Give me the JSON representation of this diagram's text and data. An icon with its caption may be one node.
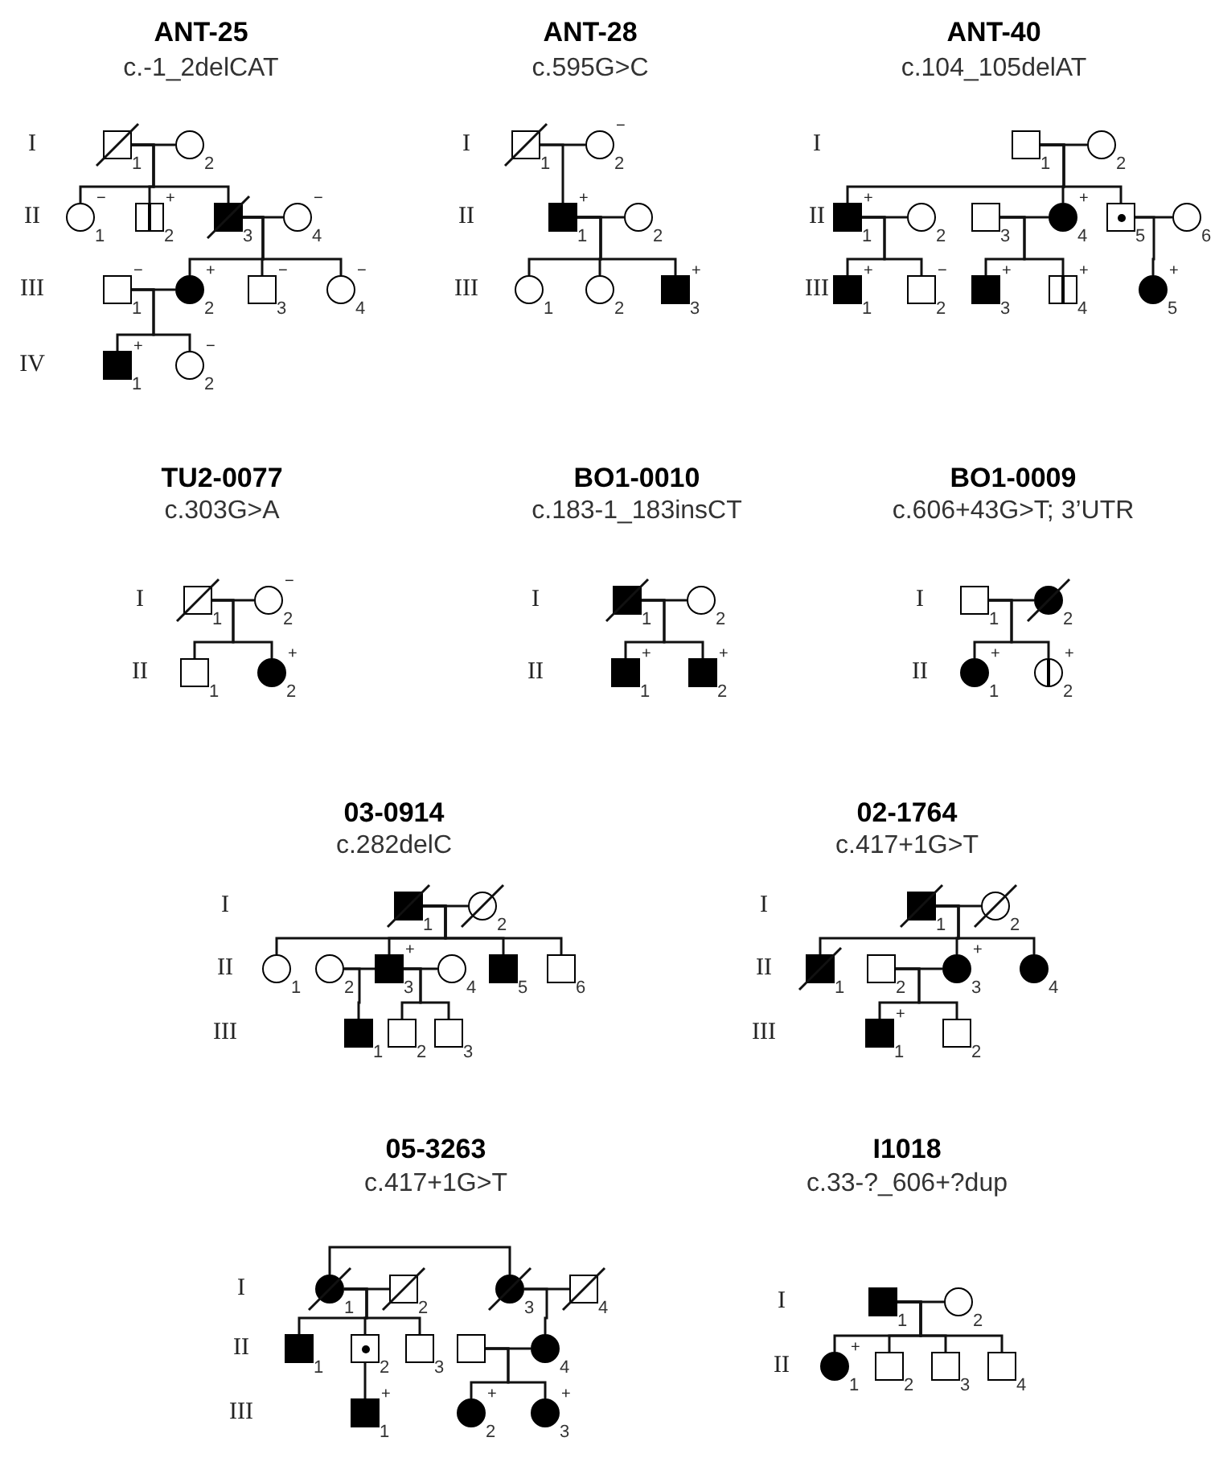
{
  "diagram": {
    "nodes": [
      {
        "text": [],
        "shape": "crossed-box",
        "beside": [
          "1"
        ]
      },
      {
        "text": [],
        "shape": "circle",
        "beside": [
          "2"
        ]
      },
      {
        "text": [],
        "shape": "circle",
        "beside": [
          "−",
          "1"
        ]
      },
      {
        "text": [],
        "shape": "split-box",
        "beside": [
          "+",
          "2"
        ]
      },
      {
        "text": [],
        "shape": "crossed-filled-box",
        "beside": [
          "3"
        ]
      },
      {
        "text": [],
        "shape": "circle",
        "beside": [
          "−",
          "4"
        ]
      },
      {
        "text": [],
        "shape": "box",
        "beside": [
          "−",
          "1"
        ]
      },
      {
        "text": [],
        "shape": "filled-circle",
        "beside": [
          "+",
          "2"
        ]
      },
      {
        "text": [],
        "shape": "box",
        "beside": [
          "−",
          "3"
        ]
      },
      {
        "text": [],
        "shape": "circle",
        "beside": [
          "−",
          "4"
        ]
      },
      {
        "text": [],
        "shape": "filled-box",
        "beside": [
          "+",
          "1"
        ]
      },
      {
        "text": [],
        "shape": "circle",
        "beside": [
          "−",
          "2"
        ]
      },
      {
        "text": [],
        "shape": "crossed-box",
        "beside": [
          "1"
        ]
      },
      {
        "text": [],
        "shape": "circle",
        "beside": [
          "−",
          "2"
        ]
      },
      {
        "text": [],
        "shape": "filled-box",
        "beside": [
          "+",
          "1"
        ]
      },
      {
        "text": [],
        "shape": "circle",
        "beside": [
          "2"
        ]
      },
      {
        "text": [],
        "shape": "circle",
        "beside": [
          "1"
        ]
      },
      {
        "text": [],
        "shape": "circle",
        "beside": [
          "2"
        ]
      },
      {
        "text": [],
        "shape": "filled-box",
        "beside": [
          "+",
          "3"
        ]
      },
      {
        "text": [],
        "shape": "box",
        "beside": [
          "1"
        ]
      },
      {
        "text": [],
        "shape": "circle",
        "beside": [
          "2"
        ]
      },
      {
        "text": [],
        "shape": "filled-box",
        "beside": [
          "+",
          "1"
        ]
      },
      {
        "text": [],
        "shape": "circle",
        "beside": [
          "2"
        ]
      },
      {
        "text": [],
        "shape": "box",
        "beside": [
          "3"
        ]
      },
      {
        "text": [],
        "shape": "filled-circle",
        "beside": [
          "+",
          "4"
        ]
      },
      {
        "text": [],
        "shape": "dotted-box",
        "beside": [
          "5"
        ]
      },
      {
        "text": [],
        "shape": "circle",
        "beside": [
          "6"
        ]
      },
      {
        "text": [],
        "shape": "filled-box",
        "beside": [
          "+",
          "1"
        ]
      },
      {
        "text": [],
        "shape": "box",
        "beside": [
          "−",
          "2"
        ]
      },
      {
        "text": [],
        "shape": "filled-box",
        "beside": [
          "+",
          "3"
        ]
      },
      {
        "text": [],
        "shape": "split-box",
        "beside": [
          "+",
          "4"
        ]
      },
      {
        "text": [],
        "shape": "filled-circle",
        "beside": [
          "+",
          "5"
        ]
      },
      {
        "text": [],
        "shape": "crossed-box",
        "beside": [
          "1"
        ]
      },
      {
        "text": [],
        "shape": "circle",
        "beside": [
          "−",
          "2"
        ]
      },
      {
        "text": [],
        "shape": "box",
        "beside": [
          "1"
        ]
      },
      {
        "text": [],
        "shape": "filled-circle",
        "beside": [
          "+",
          "2"
        ]
      },
      {
        "text": [],
        "shape": "crossed-filled-box",
        "beside": [
          "1"
        ]
      },
      {
        "text": [],
        "shape": "circle",
        "beside": [
          "2"
        ]
      },
      {
        "text": [],
        "shape": "filled-box",
        "beside": [
          "+",
          "1"
        ]
      },
      {
        "text": [],
        "shape": "filled-box",
        "beside": [
          "+",
          "2"
        ]
      },
      {
        "text": [],
        "shape": "box",
        "beside": [
          "1"
        ]
      },
      {
        "text": [],
        "shape": "crossed-filled-circle",
        "beside": [
          "2"
        ]
      },
      {
        "text": [],
        "shape": "filled-circle",
        "beside": [
          "+",
          "1"
        ]
      },
      {
        "text": [],
        "shape": "split-circle",
        "beside": [
          "+",
          "2"
        ]
      },
      {
        "text": [],
        "shape": "crossed-filled-box",
        "beside": [
          "1"
        ]
      },
      {
        "text": [],
        "shape": "crossed-circle",
        "beside": [
          "2"
        ]
      },
      {
        "text": [],
        "shape": "circle",
        "beside": [
          "1"
        ]
      },
      {
        "text": [],
        "shape": "circle",
        "beside": [
          "2"
        ]
      },
      {
        "text": [],
        "shape": "filled-box",
        "beside": [
          "+",
          "3"
        ]
      },
      {
        "text": [],
        "shape": "circle",
        "beside": [
          "4"
        ]
      },
      {
        "text": [],
        "shape": "filled-box",
        "beside": [
          "5"
        ]
      },
      {
        "text": [],
        "shape": "box",
        "beside": [
          "6"
        ]
      },
      {
        "text": [],
        "shape": "filled-box",
        "beside": [
          "1"
        ]
      },
      {
        "text": [],
        "shape": "box",
        "beside": [
          "2"
        ]
      },
      {
        "text": [],
        "shape": "box",
        "beside": [
          "3"
        ]
      },
      {
        "text": [],
        "shape": "crossed-filled-box",
        "beside": [
          "1"
        ]
      },
      {
        "text": [],
        "shape": "crossed-circle",
        "beside": [
          "2"
        ]
      },
      {
        "text": [],
        "shape": "crossed-filled-box",
        "beside": [
          "1"
        ]
      },
      {
        "text": [],
        "shape": "box",
        "beside": [
          "2"
        ]
      },
      {
        "text": [],
        "shape": "filled-circle",
        "beside": [
          "+",
          "3"
        ]
      },
      {
        "text": [],
        "shape": "filled-circle",
        "beside": [
          "4"
        ]
      },
      {
        "text": [],
        "shape": "filled-box",
        "beside": [
          "+",
          "1"
        ]
      },
      {
        "text": [],
        "shape": "box",
        "beside": [
          "2"
        ]
      },
      {
        "text": [],
        "shape": "crossed-filled-circle",
        "beside": [
          "1"
        ]
      },
      {
        "text": [],
        "shape": "crossed-box",
        "beside": [
          "2"
        ]
      },
      {
        "text": [],
        "shape": "crossed-filled-circle",
        "beside": [
          "3"
        ]
      },
      {
        "text": [],
        "shape": "crossed-box",
        "beside": [
          "4"
        ]
      },
      {
        "text": [],
        "shape": "filled-box",
        "beside": [
          "1"
        ]
      },
      {
        "text": [],
        "shape": "dotted-box",
        "beside": [
          "2"
        ]
      },
      {
        "text": [],
        "shape": "box",
        "beside": [
          "3"
        ]
      },
      {
        "text": [],
        "shape": "box"
      },
      {
        "text": [],
        "shape": "filled-circle",
        "beside": [
          "4"
        ]
      },
      {
        "text": [],
        "shape": "filled-box",
        "beside": [
          "+",
          "1"
        ]
      },
      {
        "text": [],
        "shape": "filled-circle",
        "beside": [
          "+",
          "2"
        ]
      },
      {
        "text": [],
        "shape": "filled-circle",
        "beside": [
          "+",
          "3"
        ]
      },
      {
        "text": [],
        "shape": "filled-box",
        "beside": [
          "1"
        ]
      },
      {
        "text": [],
        "shape": "circle",
        "beside": [
          "2"
        ]
      },
      {
        "text": [],
        "shape": "filled-circle",
        "beside": [
          "+",
          "1"
        ]
      },
      {
        "text": [],
        "shape": "box",
        "beside": [
          "2"
        ]
      },
      {
        "text": [],
        "shape": "box",
        "beside": [
          "3"
        ]
      },
      {
        "text": [],
        "shape": "box",
        "beside": [
          "4"
        ]
      }
    ],
    "edges": [
      {
        "from": 0,
        "to": 1,
        "arrow": "none"
      },
      {
        "from": 0,
        "to": 2,
        "arrow": "none"
      },
      {
        "from": 0,
        "to": 3,
        "arrow": "none"
      },
      {
        "from": 0,
        "to": 4,
        "arrow": "none"
      },
      {
        "from": 4,
        "to": 5,
        "arrow": "none"
      },
      {
        "from": 4,
        "to": 7,
        "arrow": "none"
      },
      {
        "from": 4,
        "to": 8,
        "arrow": "none"
      },
      {
        "from": 4,
        "to": 9,
        "arrow": "none"
      },
      {
        "from": 6,
        "to": 7,
        "arrow": "none"
      },
      {
        "from": 6,
        "to": 10,
        "arrow": "none"
      },
      {
        "from": 6,
        "to": 11,
        "arrow": "none"
      },
      {
        "from": 12,
        "to": 13,
        "arrow": "none"
      },
      {
        "from": 12,
        "to": 14,
        "arrow": "none"
      },
      {
        "from": 14,
        "to": 15,
        "arrow": "none"
      },
      {
        "from": 14,
        "to": 16,
        "arrow": "none"
      },
      {
        "from": 14,
        "to": 17,
        "arrow": "none"
      },
      {
        "from": 14,
        "to": 18,
        "arrow": "none"
      },
      {
        "from": 19,
        "to": 20,
        "arrow": "none"
      },
      {
        "from": 19,
        "to": 21,
        "arrow": "none"
      },
      {
        "from": 19,
        "to": 24,
        "arrow": "none"
      },
      {
        "from": 19,
        "to": 25,
        "arrow": "none"
      },
      {
        "from": 21,
        "to": 22,
        "arrow": "none"
      },
      {
        "from": 21,
        "to": 27,
        "arrow": "none"
      },
      {
        "from": 21,
        "to": 28,
        "arrow": "none"
      },
      {
        "from": 23,
        "to": 24,
        "arrow": "none"
      },
      {
        "from": 23,
        "to": 29,
        "arrow": "none"
      },
      {
        "from": 23,
        "to": 30,
        "arrow": "none"
      },
      {
        "from": 25,
        "to": 26,
        "arrow": "none"
      },
      {
        "from": 25,
        "to": 31,
        "arrow": "none"
      },
      {
        "from": 32,
        "to": 33,
        "arrow": "none"
      },
      {
        "from": 32,
        "to": 34,
        "arrow": "none"
      },
      {
        "from": 32,
        "to": 35,
        "arrow": "none"
      },
      {
        "from": 36,
        "to": 37,
        "arrow": "none"
      },
      {
        "from": 36,
        "to": 38,
        "arrow": "none"
      },
      {
        "from": 36,
        "to": 39,
        "arrow": "none"
      },
      {
        "from": 40,
        "to": 41,
        "arrow": "none"
      },
      {
        "from": 40,
        "to": 42,
        "arrow": "none"
      },
      {
        "from": 40,
        "to": 43,
        "arrow": "none"
      },
      {
        "from": 44,
        "to": 45,
        "arrow": "none"
      },
      {
        "from": 44,
        "to": 46,
        "arrow": "none"
      },
      {
        "from": 44,
        "to": 48,
        "arrow": "none"
      },
      {
        "from": 44,
        "to": 50,
        "arrow": "none"
      },
      {
        "from": 44,
        "to": 51,
        "arrow": "none"
      },
      {
        "from": 47,
        "to": 48,
        "arrow": "none"
      },
      {
        "from": 47,
        "to": 52,
        "arrow": "none"
      },
      {
        "from": 48,
        "to": 49,
        "arrow": "none"
      },
      {
        "from": 48,
        "to": 53,
        "arrow": "none"
      },
      {
        "from": 48,
        "to": 54,
        "arrow": "none"
      },
      {
        "from": 55,
        "to": 56,
        "arrow": "none"
      },
      {
        "from": 55,
        "to": 57,
        "arrow": "none"
      },
      {
        "from": 55,
        "to": 59,
        "arrow": "none"
      },
      {
        "from": 55,
        "to": 60,
        "arrow": "none"
      },
      {
        "from": 58,
        "to": 59,
        "arrow": "none"
      },
      {
        "from": 58,
        "to": 61,
        "arrow": "none"
      },
      {
        "from": 58,
        "to": 62,
        "arrow": "none"
      },
      {
        "from": 63,
        "to": 65,
        "arrow": "none"
      },
      {
        "from": 63,
        "to": 64,
        "arrow": "none"
      },
      {
        "from": 63,
        "to": 67,
        "arrow": "none"
      },
      {
        "from": 63,
        "to": 68,
        "arrow": "none"
      },
      {
        "from": 63,
        "to": 69,
        "arrow": "none"
      },
      {
        "from": 65,
        "to": 66,
        "arrow": "none"
      },
      {
        "from": 65,
        "to": 71,
        "arrow": "none"
      },
      {
        "from": 68,
        "to": 72,
        "arrow": "none"
      },
      {
        "from": 70,
        "to": 71,
        "arrow": "none"
      },
      {
        "from": 70,
        "to": 73,
        "arrow": "none"
      },
      {
        "from": 70,
        "to": 74,
        "arrow": "none"
      },
      {
        "from": 75,
        "to": 76,
        "arrow": "none"
      },
      {
        "from": 75,
        "to": 77,
        "arrow": "none"
      },
      {
        "from": 75,
        "to": 78,
        "arrow": "none"
      },
      {
        "from": 75,
        "to": 79,
        "arrow": "none"
      },
      {
        "from": 75,
        "to": 80,
        "arrow": "none"
      }
    ],
    "labels": [
      "ANT-25",
      "c.-1_2delCAT",
      "I",
      "II",
      "III",
      "IV",
      "ANT-28",
      "c.595G>C",
      "I",
      "II",
      "III",
      "ANT-40",
      "c.104_105delAT",
      "I",
      "II",
      "III",
      "TU2-0077",
      "c.303G>A",
      "I",
      "II",
      "BO1-0010",
      "c.183-1_183insCT",
      "I",
      "II",
      "BO1-0009",
      "c.606+43G>T; 3’UTR",
      "I",
      "II",
      "03-0914",
      "c.282delC",
      "I",
      "II",
      "III",
      "02-1764",
      "c.417+1G>T",
      "I",
      "II",
      "III",
      "05-3263",
      "c.417+1G>T",
      "I",
      "II",
      "III",
      "I1018",
      "c.33-?_606+?dup",
      "I",
      "II"
    ]
  }
}
